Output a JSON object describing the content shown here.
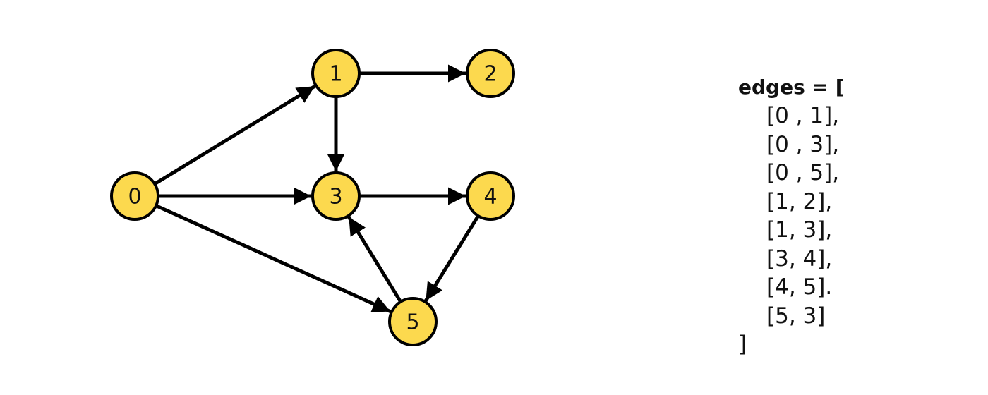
{
  "graph": {
    "node_color": "#FCD94E",
    "stroke_color": "#000000",
    "nodes": [
      {
        "id": 0,
        "label": "0"
      },
      {
        "id": 1,
        "label": "1"
      },
      {
        "id": 2,
        "label": "2"
      },
      {
        "id": 3,
        "label": "3"
      },
      {
        "id": 4,
        "label": "4"
      },
      {
        "id": 5,
        "label": "5"
      }
    ],
    "edges": [
      {
        "from": 0,
        "to": 1
      },
      {
        "from": 0,
        "to": 3
      },
      {
        "from": 0,
        "to": 5
      },
      {
        "from": 1,
        "to": 2
      },
      {
        "from": 1,
        "to": 3
      },
      {
        "from": 3,
        "to": 4
      },
      {
        "from": 4,
        "to": 5
      },
      {
        "from": 5,
        "to": 3
      }
    ]
  },
  "code": {
    "header": "edges = [",
    "lines": [
      "[0 , 1],",
      "[0 , 3],",
      "[0 , 5],",
      "[1, 2],",
      "[1, 3],",
      "[3, 4],",
      "[4, 5].",
      "[5, 3]"
    ],
    "footer": "]"
  }
}
